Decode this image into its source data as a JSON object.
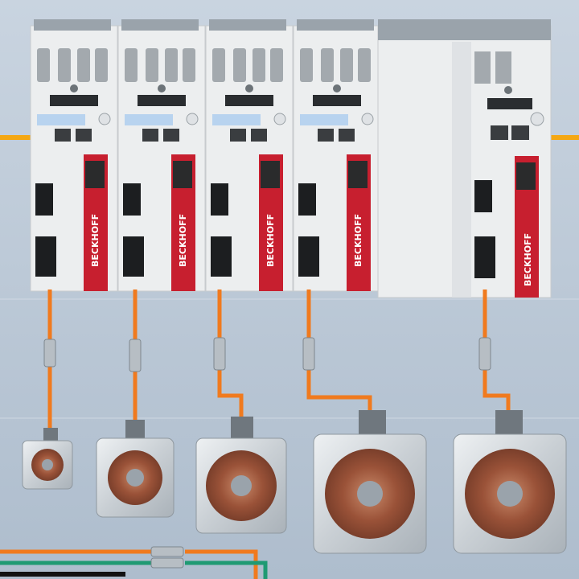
{
  "brand": "BECKHOFF",
  "colors": {
    "background_top": "#c9d4e0",
    "background_bottom": "#aebdcd",
    "cable_orange": "#f07a1e",
    "ethercat_yellow": "#f4a713",
    "cable_green": "#1f9a73",
    "cable_black": "#121212",
    "module_body": "#eceeef",
    "module_red": "#c71f2f"
  },
  "drive_modules": [
    {
      "cable": "yes"
    },
    {
      "cable": "yes"
    },
    {
      "cable": "yes"
    },
    {
      "cable": "yes"
    }
  ],
  "motors": [
    {
      "size": "small"
    },
    {
      "size": "medium"
    },
    {
      "size": "medium"
    },
    {
      "size": "large"
    },
    {
      "size": "large"
    }
  ]
}
